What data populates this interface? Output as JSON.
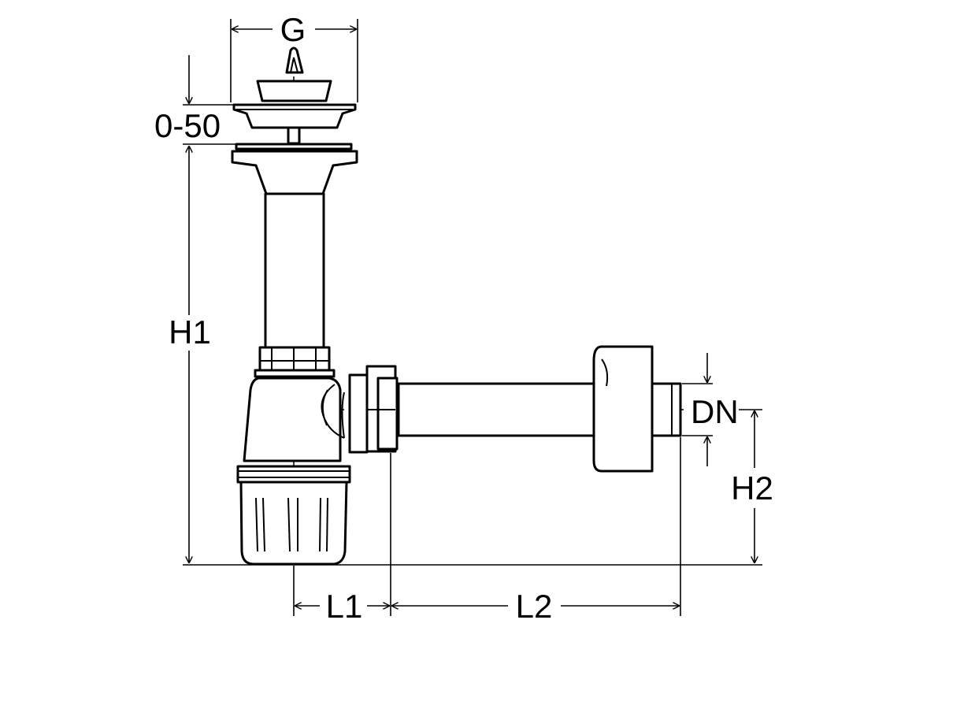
{
  "dimensions": {
    "g": "G",
    "stopper_range": "0-50",
    "h1": "H1",
    "h2": "H2",
    "dn": "DN",
    "l1": "L1",
    "l2": "L2"
  },
  "colors": {
    "line": "#000000",
    "background": "#ffffff"
  },
  "parts": [
    "strainer-stopper",
    "drain-flange",
    "vertical-tube",
    "bottle-body",
    "union-nut",
    "outlet-pipe",
    "wall-rosette",
    "wall-spigot"
  ]
}
